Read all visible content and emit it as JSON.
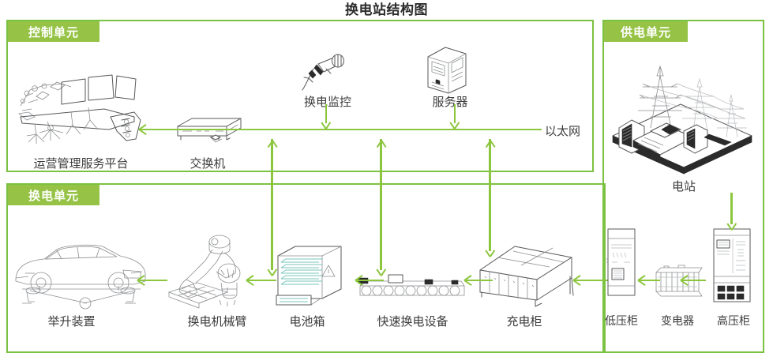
{
  "title": "换电站结构图",
  "theme": {
    "panel_border": "#7cc242",
    "tab_fill": "#96c346",
    "connector": "#8cc63e",
    "caption_color": "#3c3c3c"
  },
  "panels": [
    {
      "id": "control",
      "label": "控制单元"
    },
    {
      "id": "swap",
      "label": "换电单元"
    },
    {
      "id": "supply",
      "label": "供电单元"
    }
  ],
  "network": {
    "label": "以太网"
  },
  "nodes": {
    "control": [
      {
        "key": "platform",
        "label": "运营管理服务平台",
        "icon": "operations-platform-icon"
      },
      {
        "key": "switch",
        "label": "交换机",
        "icon": "network-switch-icon"
      },
      {
        "key": "monitor",
        "label": "换电监控",
        "icon": "surveillance-camera-icon"
      },
      {
        "key": "server",
        "label": "服务器",
        "icon": "server-tower-icon"
      }
    ],
    "swap": [
      {
        "key": "lift",
        "label": "举升装置",
        "icon": "vehicle-lift-icon"
      },
      {
        "key": "robot",
        "label": "换电机械臂",
        "icon": "robotic-arm-icon"
      },
      {
        "key": "battery",
        "label": "电池箱",
        "icon": "battery-rack-icon"
      },
      {
        "key": "fastswap",
        "label": "快速换电设备",
        "icon": "conveyor-icon"
      },
      {
        "key": "charger",
        "label": "充电柜",
        "icon": "charging-cabinet-icon"
      }
    ],
    "supply": [
      {
        "key": "station",
        "label": "电站",
        "icon": "power-station-icon"
      },
      {
        "key": "lv",
        "label": "低压柜",
        "icon": "low-voltage-cabinet-icon"
      },
      {
        "key": "transformer",
        "label": "变电器",
        "icon": "transformer-icon"
      },
      {
        "key": "hv",
        "label": "高压柜",
        "icon": "high-voltage-cabinet-icon"
      }
    ]
  }
}
